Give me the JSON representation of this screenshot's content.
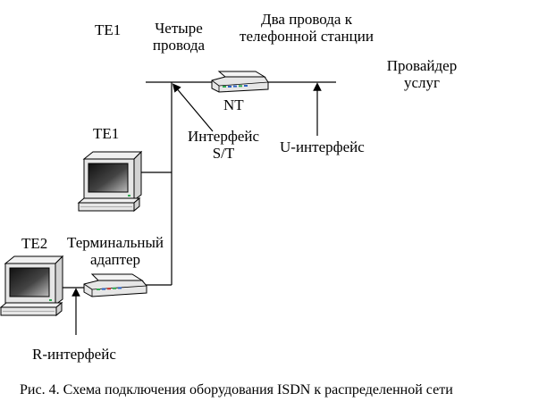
{
  "labels": {
    "te1_top": "TE1",
    "four_wires": [
      "Четыре",
      "провода"
    ],
    "two_wires": [
      "Два провода к",
      "телефонной станции"
    ],
    "provider": [
      "Провайдер",
      "услуг"
    ],
    "nt": "NT",
    "st_interface": [
      "Интерфейс",
      "S/T"
    ],
    "u_interface": "U-интерфейс",
    "te1_device": "TE1",
    "te2": "TE2",
    "terminal_adapter": [
      "Терминальный",
      "адаптер"
    ],
    "r_interface": "R-интерфейс"
  },
  "caption": "Рис. 4. Схема подключения оборудования ISDN к распределенной сети",
  "colors": {
    "line": "#000000",
    "device_body": "#e6e6e6",
    "screen_dark": "#1a1a1a",
    "led_green": "#2fa84f",
    "led_blue": "#2b62c4",
    "led_red": "#c9302c"
  },
  "icons": [
    "nt-modem-icon",
    "terminal-adapter-icon",
    "te1-computer-icon",
    "te2-computer-icon"
  ]
}
